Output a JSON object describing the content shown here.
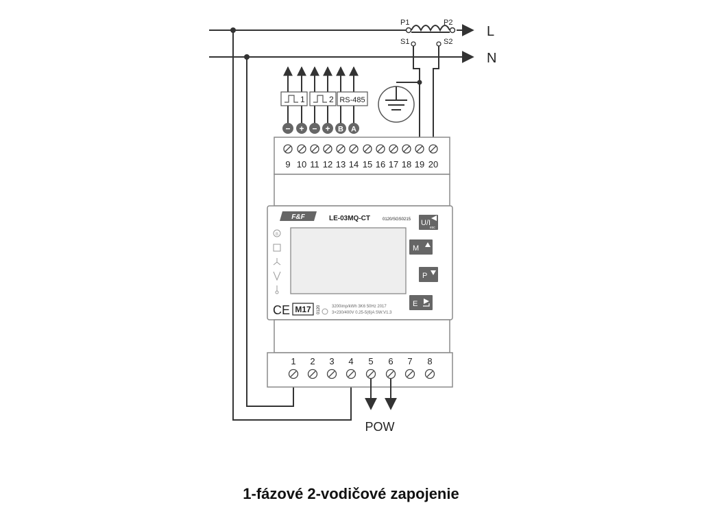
{
  "lines": {
    "phase": "L",
    "neutral": "N",
    "ct_p1": "P1",
    "ct_p2": "P2",
    "ct_s1": "S1",
    "ct_s2": "S2"
  },
  "outputs": {
    "pulse1": "1",
    "pulse2": "2",
    "rs485": "RS-485"
  },
  "polarity": [
    "−",
    "+",
    "−",
    "+",
    "B",
    "A"
  ],
  "top_terminals": [
    "9",
    "10",
    "11",
    "12",
    "13",
    "14",
    "15",
    "16",
    "17",
    "18",
    "19",
    "20"
  ],
  "bottom_terminals": [
    "1",
    "2",
    "3",
    "4",
    "5",
    "6",
    "7",
    "8"
  ],
  "device": {
    "brand": "F&F",
    "model": "LE-03MQ-CT",
    "cert": "0120/SGS0215",
    "mid": "M17",
    "mid_code": "0120",
    "ce": "CE",
    "spec_line1": "3200imp/kWh  3K6  50Hz  2017",
    "spec_line2": "3×230/400V  0.25-5(6)A SW:V1.3",
    "btn_ui": "U/I",
    "btn_ui_sub": "esc",
    "btn_m": "M",
    "btn_p": "P",
    "btn_e": "E"
  },
  "pow_label": "POW",
  "caption": "1-fázové 2-vodičové zapojenie"
}
